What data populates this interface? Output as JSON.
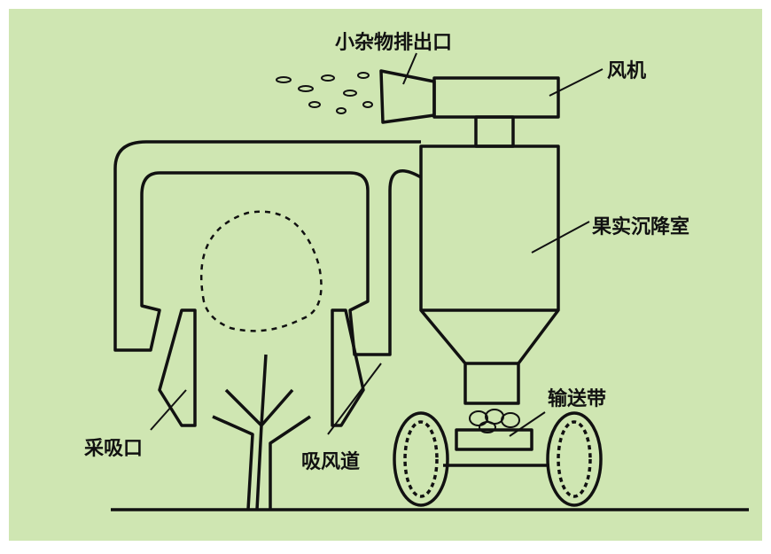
{
  "labels": {
    "debris_outlet": "小杂物排出口",
    "fan": "风机",
    "settling_chamber": "果实沉降室",
    "conveyor": "输送带",
    "suction_inlet": "采吸口",
    "suction_duct": "吸风道"
  },
  "colors": {
    "background": "#cfe6b2",
    "ink": "#111111"
  }
}
